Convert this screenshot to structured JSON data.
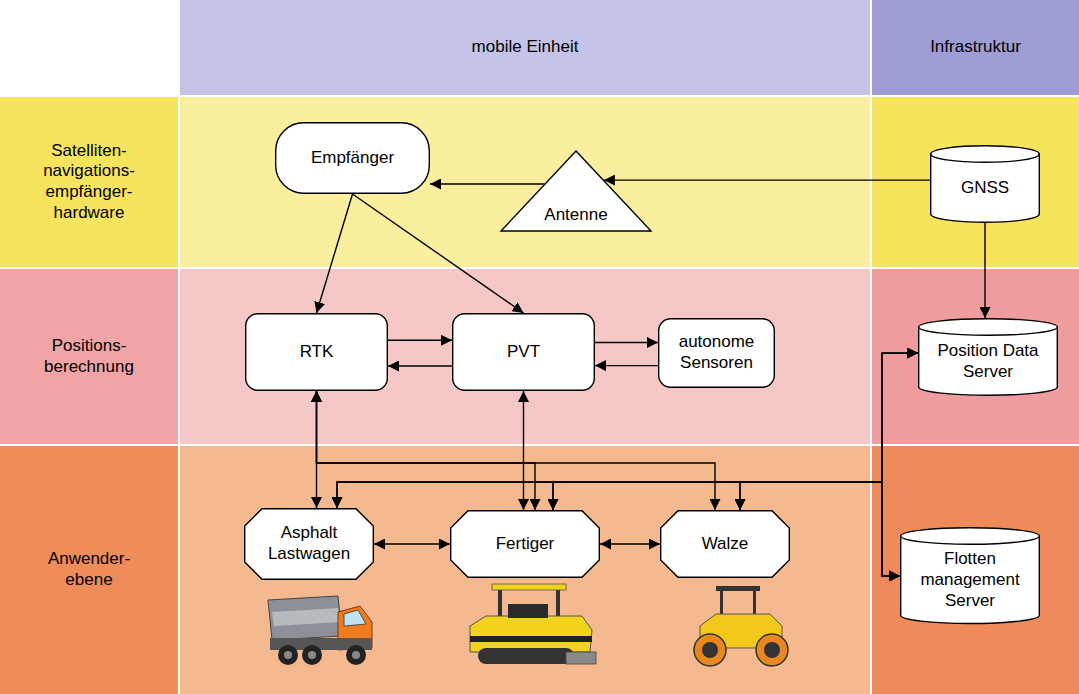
{
  "diagram": {
    "nodes": [
      {
        "text": [
          "mobile Einheit"
        ]
      },
      {
        "text": [
          "Infrastruktur"
        ]
      },
      {
        "text": [
          "Satelliten- navigations- empfänger- hardware"
        ]
      },
      {
        "text": [
          "Empfänger"
        ],
        "in": 2
      },
      {
        "text": [
          "Antenne"
        ],
        "in": 2
      },
      {
        "text": [
          "GNSS"
        ],
        "in": 2
      },
      {
        "text": [
          "Positions- berechnung"
        ]
      },
      {
        "text": [
          "RTK"
        ],
        "in": 6
      },
      {
        "text": [
          "PVT"
        ],
        "in": 6
      },
      {
        "text": [
          "autonome Sensoren"
        ],
        "in": 6
      },
      {
        "text": [
          "Position Data Server"
        ],
        "in": 6
      },
      {
        "text": [
          "Anwender- ebene"
        ]
      },
      {
        "text": [
          "Asphalt Lastwagen"
        ],
        "in": 11
      },
      {
        "text": [
          "Fertiger"
        ],
        "in": 11
      },
      {
        "text": [
          "Walze"
        ],
        "in": 11
      },
      {
        "text": [
          "Flotten management Server"
        ],
        "in": 11
      }
    ],
    "edges": [
      {
        "from": 5,
        "to": 4,
        "arrow": "to"
      },
      {
        "from": 4,
        "to": 3,
        "arrow": "to"
      },
      {
        "from": 3,
        "to": 7,
        "arrow": "to"
      },
      {
        "from": 3,
        "to": 8,
        "arrow": "to"
      },
      {
        "from": 7,
        "to": 8,
        "arrow": "to"
      },
      {
        "from": 8,
        "to": 7,
        "arrow": "to"
      },
      {
        "from": 8,
        "to": 9,
        "arrow": "to"
      },
      {
        "from": 9,
        "to": 8,
        "arrow": "to"
      },
      {
        "from": 5,
        "to": 10,
        "arrow": "to"
      },
      {
        "from": 7,
        "to": 12,
        "arrow": "both"
      },
      {
        "from": 7,
        "to": 13,
        "arrow": "both"
      },
      {
        "from": 7,
        "to": 14,
        "arrow": "both"
      },
      {
        "from": 8,
        "to": 13,
        "arrow": "both"
      },
      {
        "from": 12,
        "to": 13,
        "arrow": "both"
      },
      {
        "from": 13,
        "to": 14,
        "arrow": "both"
      },
      {
        "from": 12,
        "to": 10,
        "arrow": "both"
      },
      {
        "from": 13,
        "to": 10,
        "arrow": "both"
      },
      {
        "from": 14,
        "to": 10,
        "arrow": "both"
      },
      {
        "from": 12,
        "to": 15,
        "arrow": "both"
      },
      {
        "from": 13,
        "to": 15,
        "arrow": "both"
      },
      {
        "from": 14,
        "to": 15,
        "arrow": "both"
      }
    ]
  }
}
